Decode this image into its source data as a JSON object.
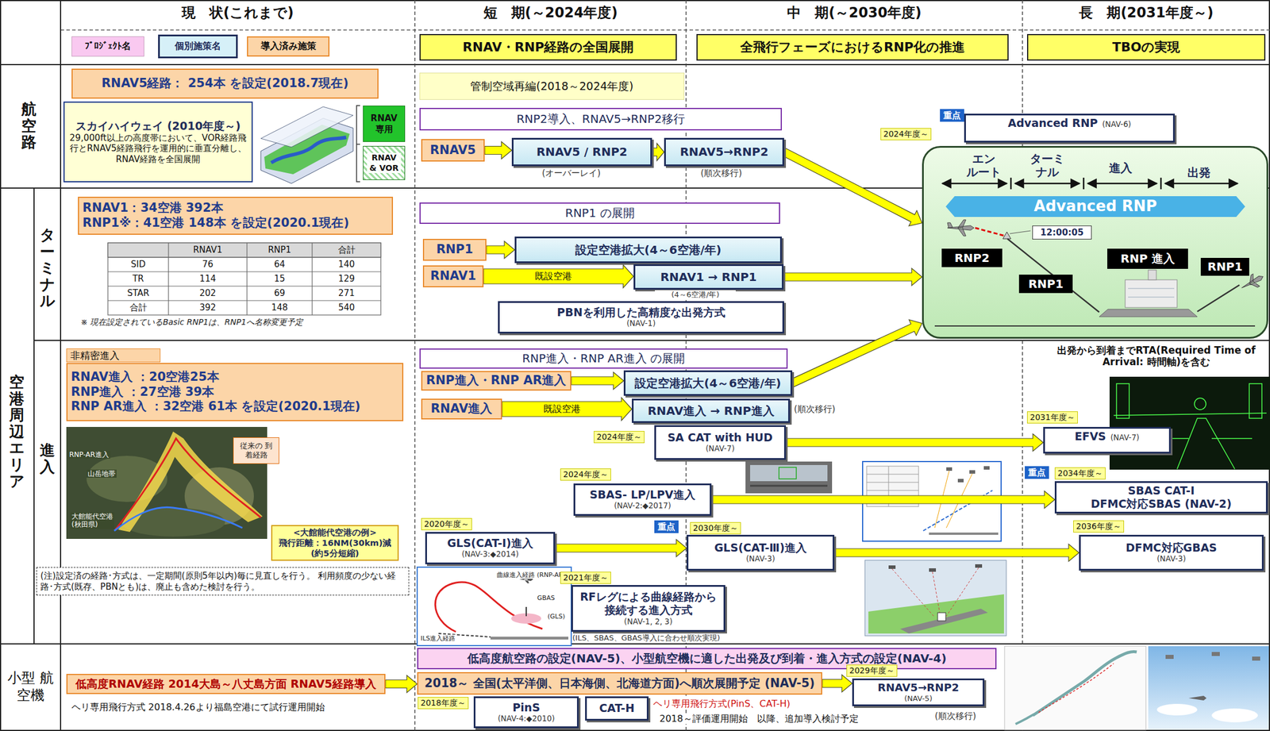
{
  "diagram": {
    "nodes": [
      {
        "text": [
          "RNAV・RNP経路の全国展開"
        ]
      },
      {
        "text": [
          "全飛行フェーズにおけるRNP化の推進"
        ]
      },
      {
        "text": [
          "TBOの実現"
        ]
      },
      {
        "text": [
          "RNAV5経路： 254本 を設定(2018.7現在)"
        ]
      },
      {
        "text": [
          "スカイハイウェイ (2010年度～)",
          "29,000ft以上の高度帯において、VOR経路飛行とRNAV5経路飛行を運用的に垂直分離し、RNAV経路を全国展開"
        ]
      },
      {
        "text": [
          "RNAV専用"
        ]
      },
      {
        "text": [
          "RNAV & VOR"
        ]
      },
      {
        "text": [
          "管制空域再編(2018～2024年度)"
        ]
      },
      {
        "text": [
          "RNP2導入、RNAV5→RNP2移行"
        ]
      },
      {
        "text": [
          "RNAV5"
        ]
      },
      {
        "text": [
          "RNAV5 / RNP2"
        ]
      },
      {
        "text": [
          "RNAV5→RNP2"
        ]
      },
      {
        "text": [
          "Advanced RNP",
          "(NAV-6)"
        ]
      },
      {
        "text": [
          "エン ルート",
          "ターミ ナル",
          "進入",
          "出発"
        ]
      },
      {
        "text": [
          "Advanced RNP"
        ],
        "in": 13
      },
      {
        "text": [
          "12:00:05"
        ],
        "in": 13
      },
      {
        "text": [
          "RNP2"
        ],
        "in": 13
      },
      {
        "text": [
          "RNP1"
        ],
        "in": 13
      },
      {
        "text": [
          "RNP 進入"
        ],
        "in": 13
      },
      {
        "text": [
          "RNP1"
        ],
        "in": 13
      },
      {
        "text": [
          "RNAV1：34空港 392本",
          "RNP1※：41空港 148本 を設定(2020.1現在)"
        ]
      },
      {
        "text": [
          "RNP1 の展開"
        ]
      },
      {
        "text": [
          "RNP1"
        ]
      },
      {
        "text": [
          "設定空港拡大(4～6空港/年)"
        ]
      },
      {
        "text": [
          "RNAV1"
        ]
      },
      {
        "text": [
          "RNAV1 → RNP1"
        ]
      },
      {
        "text": [
          "PBNを利用した高精度な出発方式",
          "(NAV-1)"
        ]
      },
      {
        "text": [
          "RNAV進入 ：20空港25本",
          "RNP進入 ：27空港 39本",
          "RNP AR進入 ：32空港 61本 を設定(2020.1現在)"
        ]
      },
      {
        "text": [
          "従来の 到着経路"
        ]
      },
      {
        "text": [
          "<大館能代空港の例>",
          "飛行距離：16NM(30km)減 (約5分短縮)"
        ]
      },
      {
        "text": [
          "(注)設定済の経路･方式は、一定期間(原則5年以内)毎に見直しを行う。 利用頻度の少ない経路･方式(既存、PBNとも)は、廃止も含めた検討を行う。"
        ]
      },
      {
        "text": [
          "RNP進入・RNP AR進入 の展開"
        ]
      },
      {
        "text": [
          "RNP進入・RNP AR進入"
        ]
      },
      {
        "text": [
          "設定空港拡大(4～6空港/年)"
        ]
      },
      {
        "text": [
          "RNAV進入"
        ]
      },
      {
        "text": [
          "RNAV進入 → RNP進入"
        ]
      },
      {
        "text": [
          "SA CAT with HUD",
          "(NAV-7)"
        ]
      },
      {
        "text": [
          "EFVS",
          "(NAV-7)"
        ]
      },
      {
        "text": [
          "SBAS- LP/LPV進入",
          "(NAV-2:◆2017)"
        ]
      },
      {
        "text": [
          "SBAS CAT-I",
          "DFMC対応SBAS (NAV-2)"
        ]
      },
      {
        "text": [
          "GLS(CAT-Ⅰ)進入",
          "(NAV-3:◆2014)"
        ]
      },
      {
        "text": [
          "GLS(CAT-Ⅲ)進入",
          "(NAV-3)"
        ]
      },
      {
        "text": [
          "DFMC対応GBAS",
          "(NAV-3)"
        ]
      },
      {
        "text": [
          "RFレグによる曲線経路から接続する進入方式",
          "(NAV-1, 2, 3)"
        ]
      },
      {
        "text": [
          "低高度航空路の設定(NAV-5)、小型航空機に適した出発及び到着・進入方式の設定(NAV-4)"
        ]
      },
      {
        "text": [
          "低高度RNAV経路 2014大島～八丈島方面 RNAV5経路導入"
        ]
      },
      {
        "text": [
          "2018～ 全国(太平洋側、日本海側、北海道方面)へ順次展開予定 (NAV-5)"
        ]
      },
      {
        "text": [
          "RNAV5→RNP2",
          "(NAV-5)"
        ]
      },
      {
        "text": [
          "PinS",
          "(NAV-4:◆2010)"
        ]
      },
      {
        "text": [
          "CAT-H"
        ]
      }
    ],
    "edges": [
      {
        "from": 9,
        "to": 10,
        "arrow": "to"
      },
      {
        "from": 10,
        "to": 11,
        "arrow": "to"
      },
      {
        "from": 11,
        "to": 13,
        "arrow": "to"
      },
      {
        "from": 22,
        "to": 23,
        "arrow": "to"
      },
      {
        "from": 24,
        "to": 25,
        "label": "既設空港",
        "arrow": "to"
      },
      {
        "from": 25,
        "to": 13,
        "arrow": "to"
      },
      {
        "from": 32,
        "to": 33,
        "arrow": "to"
      },
      {
        "from": 33,
        "to": 13,
        "arrow": "to"
      },
      {
        "from": 34,
        "to": 35,
        "label": "既設空港",
        "arrow": "to"
      },
      {
        "from": 36,
        "to": 37,
        "arrow": "to"
      },
      {
        "from": 38,
        "to": 39,
        "arrow": "to"
      },
      {
        "from": 40,
        "to": 41,
        "arrow": "to"
      },
      {
        "from": 41,
        "to": 42,
        "arrow": "to"
      },
      {
        "from": 45,
        "to": 46,
        "arrow": "to"
      },
      {
        "from": 46,
        "to": 47,
        "arrow": "to"
      }
    ],
    "labels": [
      "現　状(これまで)",
      "短　期(～2024年度)",
      "中　期(～2030年度)",
      "長　期(2031年度～)",
      "航空路",
      "ターミナル",
      "空港周辺エリア",
      "進入",
      "小型 航空機",
      "(オーバーレイ)",
      "(順次移行)",
      "重点",
      "2024年度～",
      "RNAV1",
      "RNP1",
      "合計",
      "SID",
      "76",
      "64",
      "140",
      "TR",
      "114",
      "15",
      "129",
      "STAR",
      "202",
      "69",
      "271",
      "合計",
      "392",
      "148",
      "540",
      "※ 現在設定されているBasic RNP1は、RNP1へ名称変更予定",
      "(4～6空港/年)",
      "非精密進入",
      "RNP-AR進入",
      "山岳地帯",
      "大館能代空港 (秋田県)",
      "(順次移行)",
      "2024年度～",
      "2031年度～",
      "出発から到着までRTA(Required Time of Arrival: 時間軸)を含む",
      "2024年度～",
      "重点",
      "2034年度～",
      "2020年度～",
      "重点",
      "2030年度～",
      "2036年度～",
      "曲線進入経路 (RNP-AR)",
      "GBAS",
      "(GLS)",
      "ILS進入経路",
      "2021年度～",
      "(ILS、SBAS、GBAS導入に合わせ順次実現)",
      "ヘリ専用飛行方式 2018.4.26より福島空港にて試行運用開始",
      "2029年度～",
      "(順次移行)",
      "2018年度～",
      "ヘリ専用飛行方式(PinS、CAT-H)",
      "2018～評価運用開始　以降、追加導入検討予定"
    ],
    "legend": [
      {
        "text": "ﾌﾟﾛｼﾞｪｸﾄ名",
        "color": "#f9c9f0"
      },
      {
        "text": "個別施策名",
        "color": "#d6f0f8"
      },
      {
        "text": "導入済み施策",
        "color": "#fcd5a8"
      }
    ]
  }
}
